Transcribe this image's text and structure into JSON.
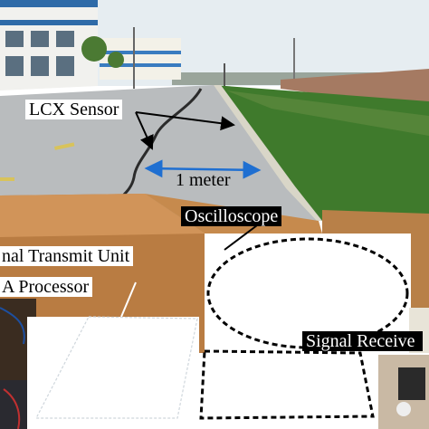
{
  "labels": {
    "lcx_sensor": "LCX Sensor",
    "distance": "1 meter",
    "oscilloscope": "Oscilloscope",
    "signal_transmit_unit": "nal Transmit Unit",
    "fpga_processor": "A Processor",
    "signal_receiver": "Signal Receive"
  },
  "colors": {
    "sky": "#e6edf1",
    "road": "#b9bcbe",
    "grass": "#3f7a2c",
    "cardboard": "#b97c42",
    "dimension_arrow": "#1f6fd1",
    "label_background": "#ffffff",
    "dark_label_background": "#000000"
  },
  "icons": [
    "arrow-right-icon",
    "double-arrow-icon"
  ]
}
